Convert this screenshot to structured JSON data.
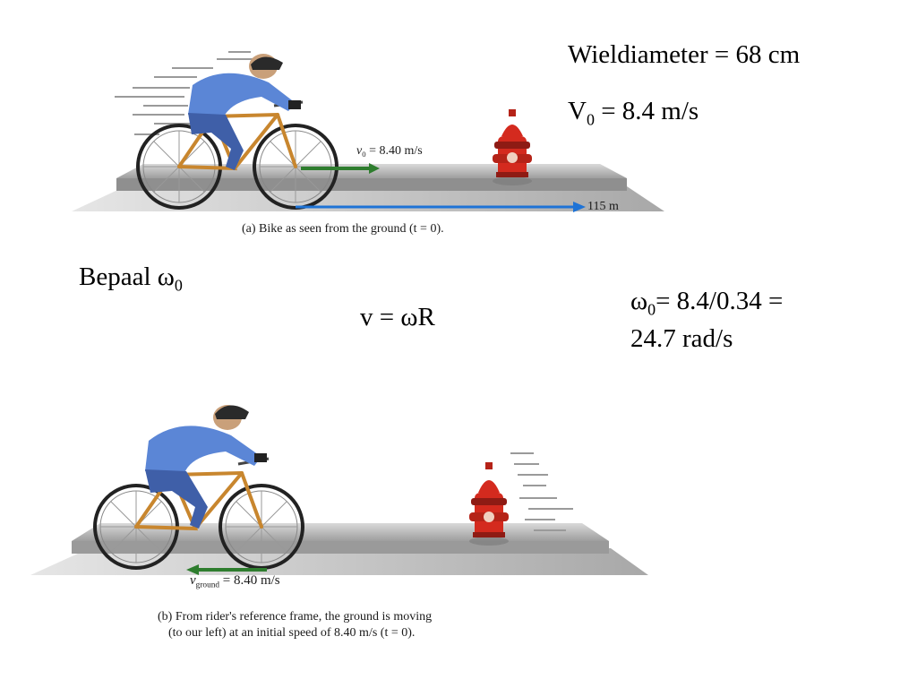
{
  "slide": {
    "wheel_diameter": "Wieldiameter = 68 cm",
    "v0_symbol": "V",
    "v0_sub": "0",
    "v0_value": " = 8.4 m/s",
    "task_text": "Bepaal ω",
    "task_sub": "0",
    "formula": "v = ωR",
    "answer_symbol": "ω",
    "answer_sub": "0",
    "answer_line1": "= 8.4/0.34 =",
    "answer_line2": "24.7 rad/s"
  },
  "figure_a": {
    "velocity_symbol": "v",
    "velocity_sub": "0",
    "velocity_value": " = 8.40 m/s",
    "distance_label": "115 m",
    "caption": "(a) Bike as seen from the ground (t = 0)."
  },
  "figure_b": {
    "velocity_symbol": "v",
    "velocity_sub": "ground",
    "velocity_value": " = 8.40 m/s",
    "caption_line1": "(b) From rider's reference frame, the ground is moving",
    "caption_line2": "(to our left) at an initial speed of 8.40 m/s (t = 0)."
  },
  "colors": {
    "velocity_arrow": "#2e7d2e",
    "distance_arrow": "#1e73d6",
    "jersey": "#5b86d6",
    "hydrant": "#d42a1e",
    "road": "#b8b8b8"
  }
}
